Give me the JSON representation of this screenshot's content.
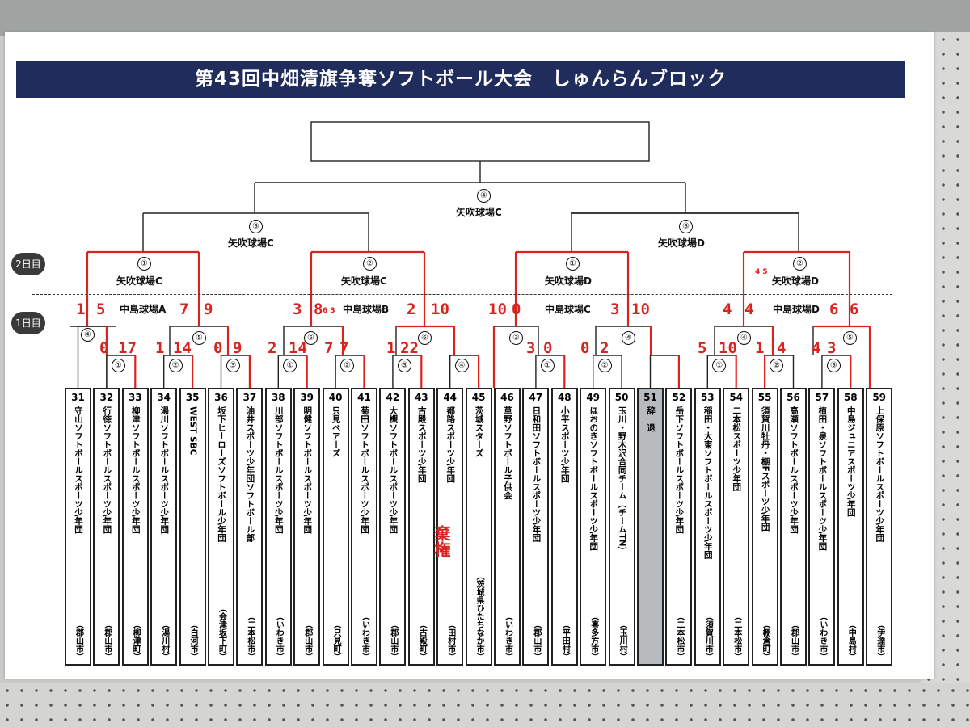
{
  "title": "第43回中畑清旗争奪ソフトボール大会　しゅんらんブロック",
  "days": {
    "day2": "2日目",
    "day1": "1日目"
  },
  "rounds": {
    "final": {
      "label": "④",
      "venue": "矢吹球場C"
    },
    "semi_left": {
      "label": "③",
      "venue": "矢吹球場C"
    },
    "semi_right": {
      "label": "③",
      "venue": "矢吹球場D"
    },
    "q1": {
      "label": "①",
      "venue": "矢吹球場C"
    },
    "q2": {
      "label": "②",
      "venue": "矢吹球場C"
    },
    "q3": {
      "label": "①",
      "venue": "矢吹球場D"
    },
    "q4": {
      "label": "②",
      "venue": "矢吹球場D"
    }
  },
  "day1_venues": [
    "中島球場A",
    "中島球場B",
    "中島球場C",
    "中島球場D"
  ],
  "match_labels": [
    "④",
    "⑤",
    "①",
    "②",
    "③",
    "⑤",
    "①",
    "②",
    "⑥",
    "③",
    "④",
    "③",
    "①",
    "④",
    "②",
    "④",
    "①",
    "②",
    "⑤",
    "③"
  ],
  "teams": [
    {
      "num": "31",
      "name": "守山ソフトボールスポーツ少年団",
      "city": "（郡山市）"
    },
    {
      "num": "32",
      "name": "行徳ソフトボールスポーツ少年団",
      "city": "（郡山市）"
    },
    {
      "num": "33",
      "name": "柳津ソフトボールスポーツ少年団",
      "city": "（柳津町）"
    },
    {
      "num": "34",
      "name": "湯川ソフトボールスポーツ少年団",
      "city": "（湯川村）"
    },
    {
      "num": "35",
      "name": "WEST SBC",
      "city": "（白河市）"
    },
    {
      "num": "36",
      "name": "坂下ヒーローズソフトボール少年団",
      "city": "（会津坂下町）"
    },
    {
      "num": "37",
      "name": "油井スポーツ少年団ソフトボール部",
      "city": "（二本松市）"
    },
    {
      "num": "38",
      "name": "川部ソフトボールスポーツ少年団",
      "city": "（いわき市）"
    },
    {
      "num": "39",
      "name": "明健ソフトボールスポーツ少年団",
      "city": "（郡山市）"
    },
    {
      "num": "40",
      "name": "只見ベアーズ",
      "city": "（只見町）"
    },
    {
      "num": "41",
      "name": "菊田ソフトボールスポーツ少年団",
      "city": "（いわき市）"
    },
    {
      "num": "42",
      "name": "大槻ソフトボールスポーツ少年団",
      "city": "（郡山市）"
    },
    {
      "num": "43",
      "name": "古殿スポーツ少年団",
      "city": "（古殿町）"
    },
    {
      "num": "44",
      "name": "都路スポーツ少年団",
      "city": "（田村市）"
    },
    {
      "num": "45",
      "name": "茨城スターズ",
      "city": "（茨城県ひたちなか市）"
    },
    {
      "num": "46",
      "name": "草野ソフトボール子供会",
      "city": "（いわき市）"
    },
    {
      "num": "47",
      "name": "日和田ソフトボールスポーツ少年団",
      "city": "（郡山市）"
    },
    {
      "num": "48",
      "name": "小平スポーツ少年団",
      "city": "（平田村）"
    },
    {
      "num": "49",
      "name": "ほおのきソフトボールスポーツ少年団",
      "city": "（喜多方市）"
    },
    {
      "num": "50",
      "name": "玉川・野木沢合同チーム（チームTN）",
      "city": "（玉川村）"
    },
    {
      "num": "51",
      "name": "辞　退",
      "city": ""
    },
    {
      "num": "52",
      "name": "岳下ソフトボールスポーツ少年団",
      "city": "（二本松市）"
    },
    {
      "num": "53",
      "name": "稲田・大東ソフトボールスポーツ少年団",
      "city": "（須賀川市）"
    },
    {
      "num": "54",
      "name": "二本松スポーツ少年団",
      "city": "（二本松市）"
    },
    {
      "num": "55",
      "name": "須賀川牡丹・棚Fスポーツ少年団",
      "city": "（棚倉町）"
    },
    {
      "num": "56",
      "name": "高瀬ソフトボールスポーツ少年団",
      "city": "（郡山市）"
    },
    {
      "num": "57",
      "name": "植田・泉ソフトボールスポーツ少年団",
      "city": "（いわき市）"
    },
    {
      "num": "58",
      "name": "中島ジュニアスポーツ少年団",
      "city": "（中島村）"
    },
    {
      "num": "59",
      "name": "上保原ソフトボールスポーツ少年団",
      "city": "（伊達市）"
    }
  ],
  "scores": [
    "1",
    "5",
    "7",
    "9",
    "0",
    "17",
    "1",
    "14",
    "0",
    "9",
    "3",
    "8",
    "2",
    "14",
    "2",
    "10",
    "7",
    "7",
    "1",
    "22",
    "10",
    "0",
    "3",
    "0",
    "3",
    "10",
    "0",
    "2",
    "4",
    "4",
    "5",
    "10",
    "1",
    "4",
    "6",
    "6",
    "4",
    "3"
  ],
  "notes": {
    "forfeit": "棄権",
    "small": "6 3",
    "small2": "4 5"
  },
  "colors": {
    "title_bg": "#1f2c5c",
    "pen": "#d9231e",
    "withdrawn": "#b7bbbd"
  }
}
